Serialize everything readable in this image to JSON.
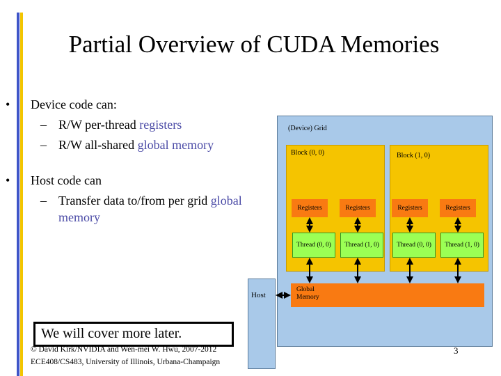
{
  "title": "Partial Overview of CUDA Memories",
  "bullets": {
    "marker": "•",
    "dash": "–",
    "device": {
      "heading": "Device code can:",
      "item1_prefix": "R/W per-thread ",
      "item1_highlight": "registers",
      "item2_prefix": "R/W all-shared ",
      "item2_highlight": "global memory"
    },
    "host": {
      "heading": "Host code can",
      "item1_prefix": "Transfer data to/from per grid ",
      "item1_highlight": "global",
      "item1_line2": "memory"
    }
  },
  "diagram": {
    "grid_label": "(Device) Grid",
    "block0_label": "Block (0, 0)",
    "block1_label": "Block (1, 0)",
    "registers_label": "Registers",
    "thread0_label": "Thread (0, 0)",
    "thread1_label": "Thread (1, 0)",
    "global_memory_line1": "Global",
    "global_memory_line2": "Memory",
    "host_label": "Host"
  },
  "callout": "We will cover more later.",
  "footer": {
    "line1": "© David Kirk/NVIDIA and Wen-mei W. Hwu, 2007-2012",
    "line2": "ECE408/CS483, University of Illinois, Urbana-Champaign"
  },
  "page_number": "3",
  "colors": {
    "accent_bar_blue": "#3f55c8",
    "accent_bar_yellow": "#f2c500",
    "grid_blue": "#a9c9e9",
    "block_yellow": "#f5c400",
    "register_orange": "#f97a12",
    "thread_green": "#9bff55",
    "highlight_text": "#4a4aa6"
  }
}
